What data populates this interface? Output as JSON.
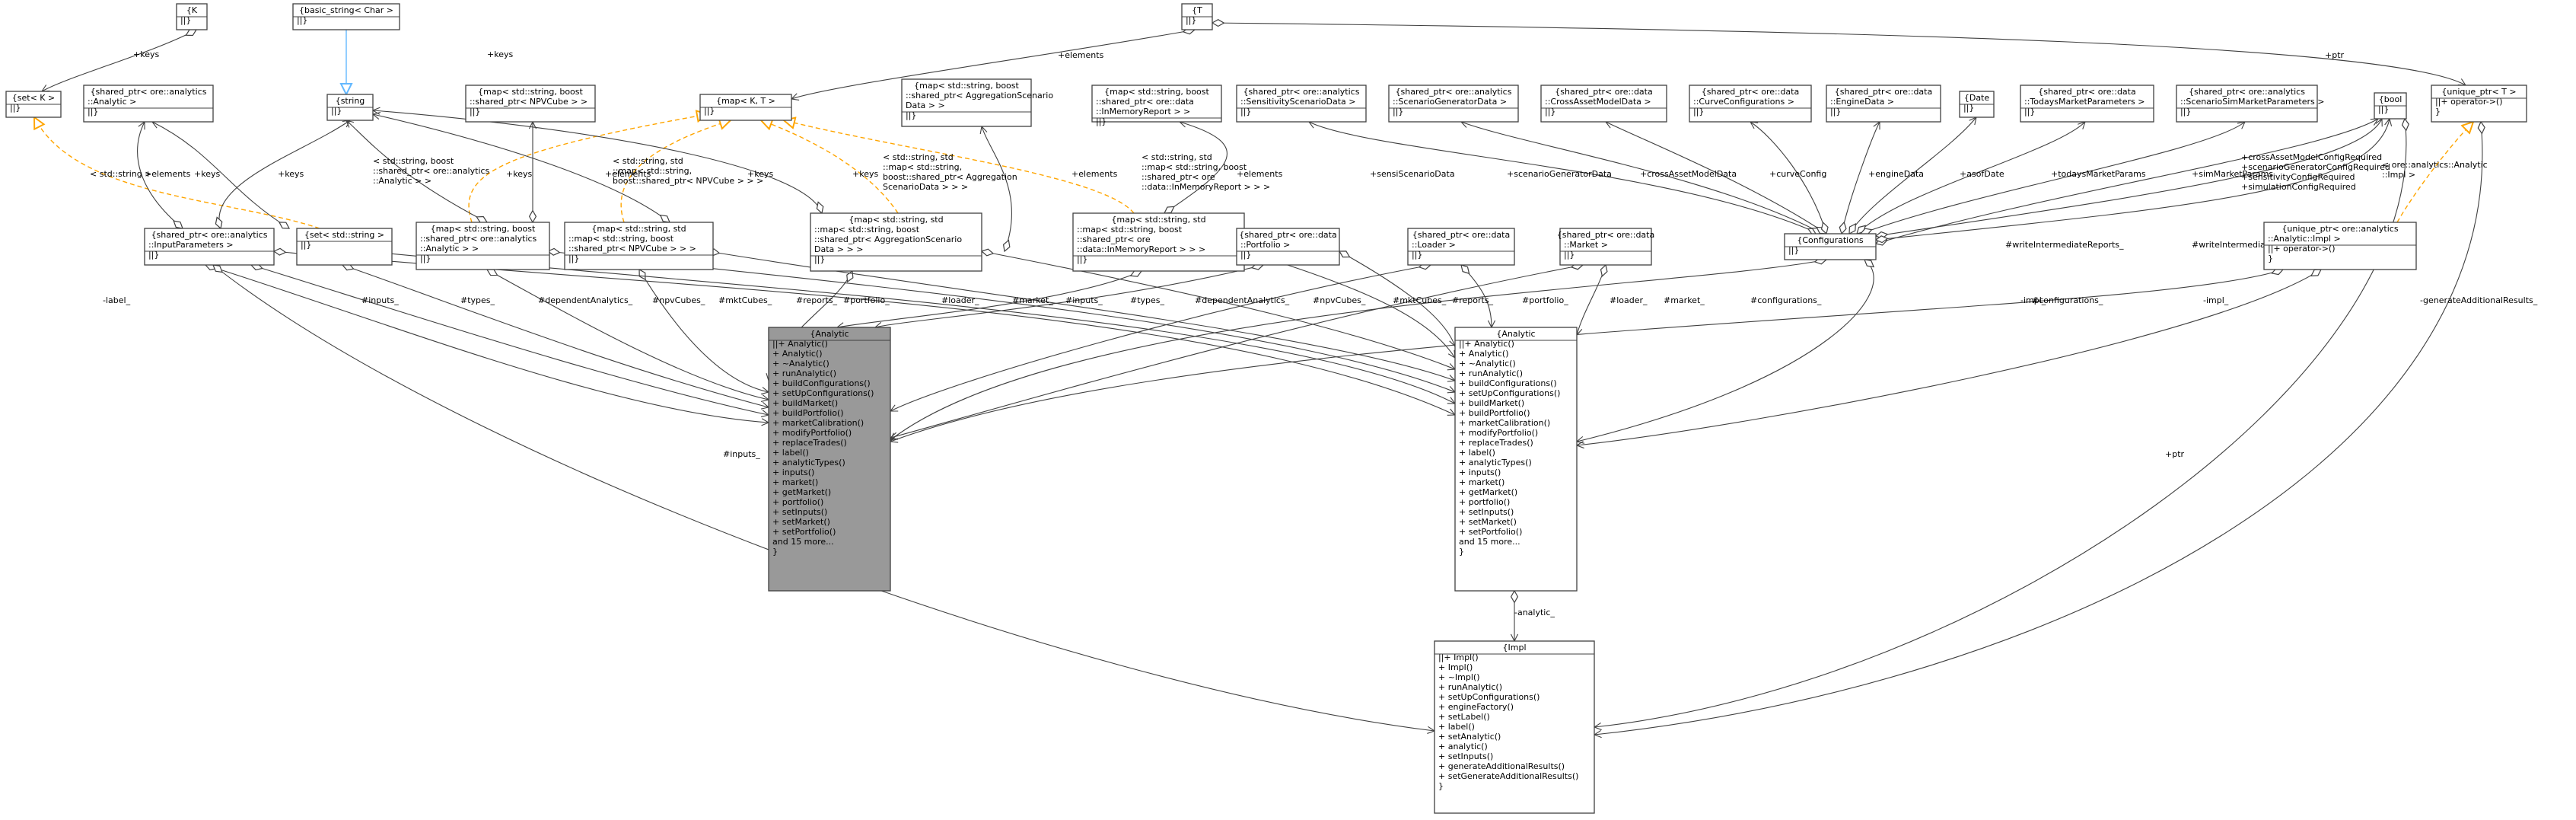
{
  "nodes": [
    {
      "id": "K",
      "lines": [
        "{K",
        "||}"
      ],
      "fill": "#ffffff"
    },
    {
      "id": "basic_string",
      "lines": [
        "{basic_string< Char >",
        "||}"
      ],
      "fill": "#ffffff"
    },
    {
      "id": "T",
      "lines": [
        "{T",
        "||}"
      ],
      "fill": "#ffffff"
    },
    {
      "id": "set_K",
      "lines": [
        "{set< K >",
        "||}"
      ],
      "fill": "#ffffff"
    },
    {
      "id": "sp_analytic",
      "lines": [
        "{shared_ptr< ore::analytics",
        "::Analytic >",
        "||}"
      ],
      "fill": "#ffffff"
    },
    {
      "id": "string",
      "lines": [
        "{string",
        "||}"
      ],
      "fill": "#ffffff"
    },
    {
      "id": "map_npv",
      "lines": [
        "{map< std::string, boost",
        "::shared_ptr< NPVCube > >",
        "||}"
      ],
      "fill": "#ffffff"
    },
    {
      "id": "map_KT",
      "lines": [
        "{map< K, T >",
        "||}"
      ],
      "fill": "#ffffff"
    },
    {
      "id": "map_agg",
      "lines": [
        "{map< std::string, boost",
        "::shared_ptr< AggregationScenario",
        "Data > >",
        "||}"
      ],
      "fill": "#ffffff"
    },
    {
      "id": "map_inmem",
      "lines": [
        "{map< std::string, boost",
        "::shared_ptr< ore::data",
        "::InMemoryReport > >",
        "||}"
      ],
      "fill": "#ffffff"
    },
    {
      "id": "sp_sensi",
      "lines": [
        "{shared_ptr< ore::analytics",
        "::SensitivityScenarioData >",
        "||}"
      ],
      "fill": "#ffffff"
    },
    {
      "id": "sp_scengen",
      "lines": [
        "{shared_ptr< ore::analytics",
        "::ScenarioGeneratorData >",
        "||}"
      ],
      "fill": "#ffffff"
    },
    {
      "id": "sp_cam",
      "lines": [
        "{shared_ptr< ore::data",
        "::CrossAssetModelData >",
        "||}"
      ],
      "fill": "#ffffff"
    },
    {
      "id": "sp_curve",
      "lines": [
        "{shared_ptr< ore::data",
        "::CurveConfigurations >",
        "||}"
      ],
      "fill": "#ffffff"
    },
    {
      "id": "sp_engine",
      "lines": [
        "{shared_ptr< ore::data",
        "::EngineData >",
        "||}"
      ],
      "fill": "#ffffff"
    },
    {
      "id": "date",
      "lines": [
        "{Date",
        "||}"
      ],
      "fill": "#ffffff"
    },
    {
      "id": "sp_tmp",
      "lines": [
        "{shared_ptr< ore::data",
        "::TodaysMarketParameters >",
        "||}"
      ],
      "fill": "#ffffff"
    },
    {
      "id": "sp_ssmp",
      "lines": [
        "{shared_ptr< ore::analytics",
        "::ScenarioSimMarketParameters >",
        "||}"
      ],
      "fill": "#ffffff"
    },
    {
      "id": "bool",
      "lines": [
        "{bool",
        "||}"
      ],
      "fill": "#ffffff"
    },
    {
      "id": "uptr_T",
      "lines": [
        "{unique_ptr< T >",
        "||+ operator->()",
        "}"
      ],
      "fill": "#ffffff"
    },
    {
      "id": "sp_inputs",
      "lines": [
        "{shared_ptr< ore::analytics",
        "::InputParameters >",
        "||}"
      ],
      "fill": "#ffffff"
    },
    {
      "id": "set_string",
      "lines": [
        "{set< std::string >",
        "||}"
      ],
      "fill": "#ffffff"
    },
    {
      "id": "map_analytic",
      "lines": [
        "{map< std::string, boost",
        "::shared_ptr< ore::analytics",
        "::Analytic > >",
        "||}"
      ],
      "fill": "#ffffff"
    },
    {
      "id": "map_map_npv",
      "lines": [
        "{map< std::string, std",
        "::map< std::string, boost",
        "::shared_ptr< NPVCube > > >",
        "||}"
      ],
      "fill": "#ffffff"
    },
    {
      "id": "map_map_agg",
      "lines": [
        "{map< std::string, std",
        "::map< std::string, boost",
        "::shared_ptr< AggregationScenario",
        "Data > > >",
        "||}"
      ],
      "fill": "#ffffff"
    },
    {
      "id": "map_map_inmem",
      "lines": [
        "{map< std::string, std",
        "::map< std::string, boost",
        "::shared_ptr< ore",
        "::data::InMemoryReport > > >",
        "||}"
      ],
      "fill": "#ffffff"
    },
    {
      "id": "sp_portfolio",
      "lines": [
        "{shared_ptr< ore::data",
        "::Portfolio >",
        "||}"
      ],
      "fill": "#ffffff"
    },
    {
      "id": "sp_loader",
      "lines": [
        "{shared_ptr< ore::data",
        "::Loader >",
        "||}"
      ],
      "fill": "#ffffff"
    },
    {
      "id": "sp_market",
      "lines": [
        "{shared_ptr< ore::data",
        "::Market >",
        "||}"
      ],
      "fill": "#ffffff"
    },
    {
      "id": "configurations",
      "lines": [
        "{Configurations",
        "||}"
      ],
      "fill": "#ffffff"
    },
    {
      "id": "uptr_impl",
      "lines": [
        "{unique_ptr< ore::analytics",
        "::Analytic::Impl >",
        "||+ operator->()",
        "}"
      ],
      "fill": "#ffffff"
    },
    {
      "id": "analytic_main",
      "lines": [
        "{Analytic",
        "||+ Analytic()",
        "+ Analytic()",
        "+ ~Analytic()",
        "+ runAnalytic()",
        "+ buildConfigurations()",
        "+ setUpConfigurations()",
        "+ buildMarket()",
        "+ buildPortfolio()",
        "+ marketCalibration()",
        "+ modifyPortfolio()",
        "+ replaceTrades()",
        "+ label()",
        "+ analyticTypes()",
        "+ inputs()",
        "+ market()",
        "+ getMarket()",
        "+ portfolio()",
        "+ setInputs()",
        "+ setMarket()",
        "+ setPortfolio()",
        "and 15 more...",
        "}"
      ],
      "fill": "#999999"
    },
    {
      "id": "analytic_2",
      "lines": [
        "{Analytic",
        "||+ Analytic()",
        "+ Analytic()",
        "+ ~Analytic()",
        "+ runAnalytic()",
        "+ buildConfigurations()",
        "+ setUpConfigurations()",
        "+ buildMarket()",
        "+ buildPortfolio()",
        "+ marketCalibration()",
        "+ modifyPortfolio()",
        "+ replaceTrades()",
        "+ label()",
        "+ analyticTypes()",
        "+ inputs()",
        "+ market()",
        "+ getMarket()",
        "+ portfolio()",
        "+ setInputs()",
        "+ setMarket()",
        "+ setPortfolio()",
        "and 15 more...",
        "}"
      ],
      "fill": "#ffffff"
    },
    {
      "id": "impl",
      "lines": [
        "{Impl",
        "||+ Impl()",
        "+ Impl()",
        "+ ~Impl()",
        "+ runAnalytic()",
        "+ setUpConfigurations()",
        "+ engineFactory()",
        "+ setLabel()",
        "+ label()",
        "+ setAnalytic()",
        "+ analytic()",
        "+ setInputs()",
        "+ generateAdditionalResults()",
        "+ setGenerateAdditionalResults()",
        "}"
      ],
      "fill": "#ffffff"
    }
  ],
  "edge_labels": [
    "+keys",
    "+keys",
    "+elements",
    "+ptr",
    "< std::string >",
    "+elements",
    "+keys",
    "+keys",
    "< std::string, boost\n::shared_ptr< ore::analytics\n::Analytic > >",
    "+keys",
    "+elements",
    "< std::string, std\n::map< std::string,\nboost::shared_ptr< NPVCube > > >",
    "+keys",
    "+keys",
    "< std::string, std\n::map< std::string,\nboost::shared_ptr< Aggregation\nScenarioData > > >",
    "+elements",
    "< std::string, std\n::map< std::string, boost\n::shared_ptr< ore\n::data::InMemoryReport > > >",
    "+elements",
    "+sensiScenarioData",
    "+scenarioGeneratorData",
    "+crossAssetModelData",
    "+curveConfig",
    "+engineData",
    "+asofDate",
    "+todaysMarketParams",
    "+simMarketParams",
    "+crossAssetModelConfigRequired\n+scenarioGeneratorConfigRequired\n+sensitivityConfigRequired\n+simulationConfigRequired",
    "< ore::analytics::Analytic\n::Impl >",
    "#writeIntermediateReports_",
    "#writeIntermediateReports_",
    "-label_",
    "#inputs_",
    "#types_",
    "#dependentAnalytics_",
    "#npvCubes_",
    "#mktCubes_",
    "#reports_",
    "#portfolio_",
    "#loader_",
    "#market_",
    "#inputs_",
    "#types_",
    "#dependentAnalytics_",
    "#npvCubes_",
    "#mktCubes_",
    "#reports_",
    "#portfolio_",
    "#loader_",
    "#market_",
    "#configurations_",
    "-impl_",
    "#configurations_",
    "-impl_",
    "#inputs_",
    "-analytic_",
    "-generateAdditionalResults_",
    "+ptr"
  ]
}
